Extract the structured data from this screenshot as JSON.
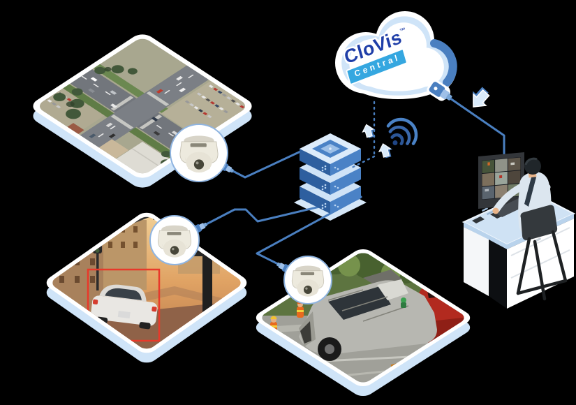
{
  "brand": {
    "name": "CloVis",
    "trademark": "™",
    "product": "Central"
  },
  "colors": {
    "accent_blue": "#4a7fc0",
    "deep_blue": "#2e5f9f",
    "light_blue": "#cfe4f8",
    "logo_navy": "#1f3ea8",
    "banner_cyan": "#35a7e0",
    "background": "#000000"
  },
  "nodes": {
    "cameras": [
      {
        "id": "camera-aerial",
        "scene": "aerial-intersection-feed",
        "icon": "dome-camera-icon"
      },
      {
        "id": "camera-street",
        "scene": "street-traffic-detection-feed",
        "icon": "dome-camera-icon"
      },
      {
        "id": "camera-crash",
        "scene": "car-crash-scene-feed",
        "icon": "dome-camera-icon"
      }
    ],
    "server": {
      "id": "video-server",
      "icon": "server-stack-icon"
    },
    "cloud": {
      "id": "clovis-central-cloud",
      "icon": "cloud-icon"
    },
    "workstation": {
      "id": "operator-workstation",
      "icon": "monitor-desk-icon",
      "monitor_grid": {
        "rows": 3,
        "cols": 3
      }
    }
  },
  "connections": [
    {
      "from": "camera-aerial",
      "to": "video-server",
      "style": "solid"
    },
    {
      "from": "camera-street",
      "to": "video-server",
      "style": "solid"
    },
    {
      "from": "camera-crash",
      "to": "video-server",
      "style": "solid"
    },
    {
      "from": "video-server",
      "to": "clovis-central-cloud",
      "style": "dashed",
      "icons": [
        "wifi-icon",
        "upload-arrow-icon",
        "upload-arrow-icon"
      ]
    },
    {
      "from": "clovis-central-cloud",
      "to": "operator-workstation",
      "style": "solid",
      "icons": [
        "download-arrow-icon"
      ]
    }
  ]
}
